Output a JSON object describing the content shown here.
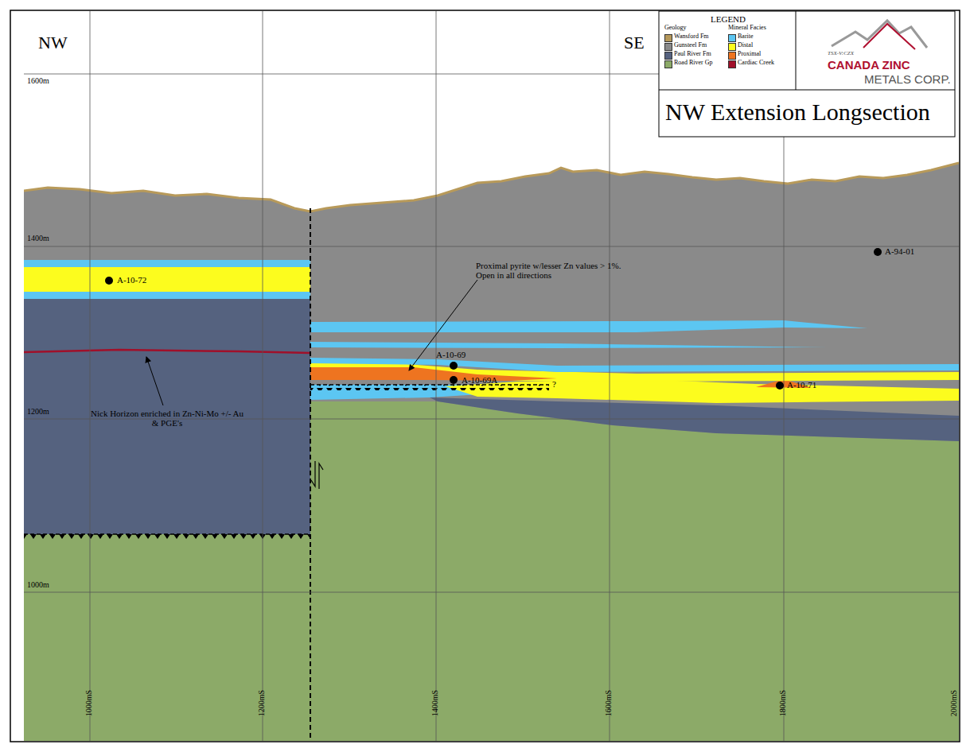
{
  "diagram": {
    "title": "NW Extension Longsection",
    "labels": [
      "NW",
      "SE",
      "1600m",
      "1400m",
      "1200m",
      "1000m",
      "1000mS",
      "1200mS",
      "1400mS",
      "1600mS",
      "1800mS",
      "2000mS",
      "LEGEND",
      "Geology",
      "Mineral Facies",
      "TSX-V:CZX",
      "CANADA ZINC",
      "METALS CORP.",
      "A-10-72",
      "A-10-69",
      "A-10-69A",
      "A-10-71",
      "A-94-01",
      "Proximal pyrite w/lesser Zn values > 1%. Open in all directions",
      "Nick Horizon enriched in Zn-Ni-Mo +/- Au & PGE's",
      "?"
    ],
    "legend": [
      {
        "text": "Wansford Fm",
        "color": "#b5985a"
      },
      {
        "text": "Gunsteel Fm",
        "color": "#8a8a8a"
      },
      {
        "text": "Paul River Fm",
        "color": "#55627f"
      },
      {
        "text": "Road River Gp",
        "color": "#8caa68"
      },
      {
        "text": "Barite",
        "color": "#5cc6f2"
      },
      {
        "text": "Distal",
        "color": "#fcfc1e"
      },
      {
        "text": "Proximal",
        "color": "#ee7420"
      },
      {
        "text": "Cardiac Creek",
        "color": "#a0102a"
      }
    ]
  }
}
